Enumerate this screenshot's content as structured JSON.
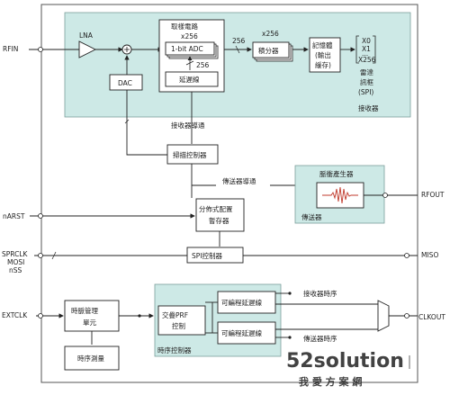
{
  "pins": {
    "rfin": "RFIN",
    "narst": "nARST",
    "sprclk": "SPRCLK",
    "mosi": "MOSI",
    "nss": "nSS",
    "extclk": "EXTCLK",
    "rfout": "RFOUT",
    "miso": "MISO",
    "clkout": "CLKOUT"
  },
  "receiver": {
    "title": "接收器",
    "lna": "LNA",
    "dac": "DAC",
    "sampler_title": "取樣電路",
    "sampler_x256": "x256",
    "adc": "1-bit ADC",
    "adc_256": "256",
    "delay_line": "延遲線",
    "bus_256": "256",
    "accum_x256": "x256",
    "accumulator": "積分器",
    "memory": [
      "記憶體",
      "(輸出",
      "緩存)"
    ],
    "frame_x0": "X0",
    "frame_x1": "X1",
    "frame_dots": "...",
    "frame_x256": "X256",
    "frame_caption": [
      "雷達",
      "訊框",
      "(SPI)"
    ]
  },
  "receiver_path": "接收器導通",
  "scan_controller": "掃描控制器",
  "transmitter_path": "傳送器導通",
  "transmitter": {
    "pulse_gen": "脈衝產生器",
    "title": "傳送器"
  },
  "distributed_config": [
    "分佈式配置",
    "暫存器"
  ],
  "spi_controller": "SPI控制器",
  "clock_mgmt": [
    "時脈管理",
    "單元"
  ],
  "clock_measure": "時序測量",
  "timing": {
    "title": "時序控制器",
    "prf": [
      "交疊PRF",
      "控制"
    ],
    "delay1": "可編程延遲線",
    "delay2": "可編程延遲線",
    "rx_timing": "接收器時序",
    "tx_timing": "傳送器時序"
  },
  "watermark": {
    "brand": "52solution",
    "sub": "我 愛 方 案 網"
  },
  "colors": {
    "panel": "#cde9e6",
    "block": "#ffffff",
    "line": "#222222",
    "watermark": "#e8703a"
  }
}
